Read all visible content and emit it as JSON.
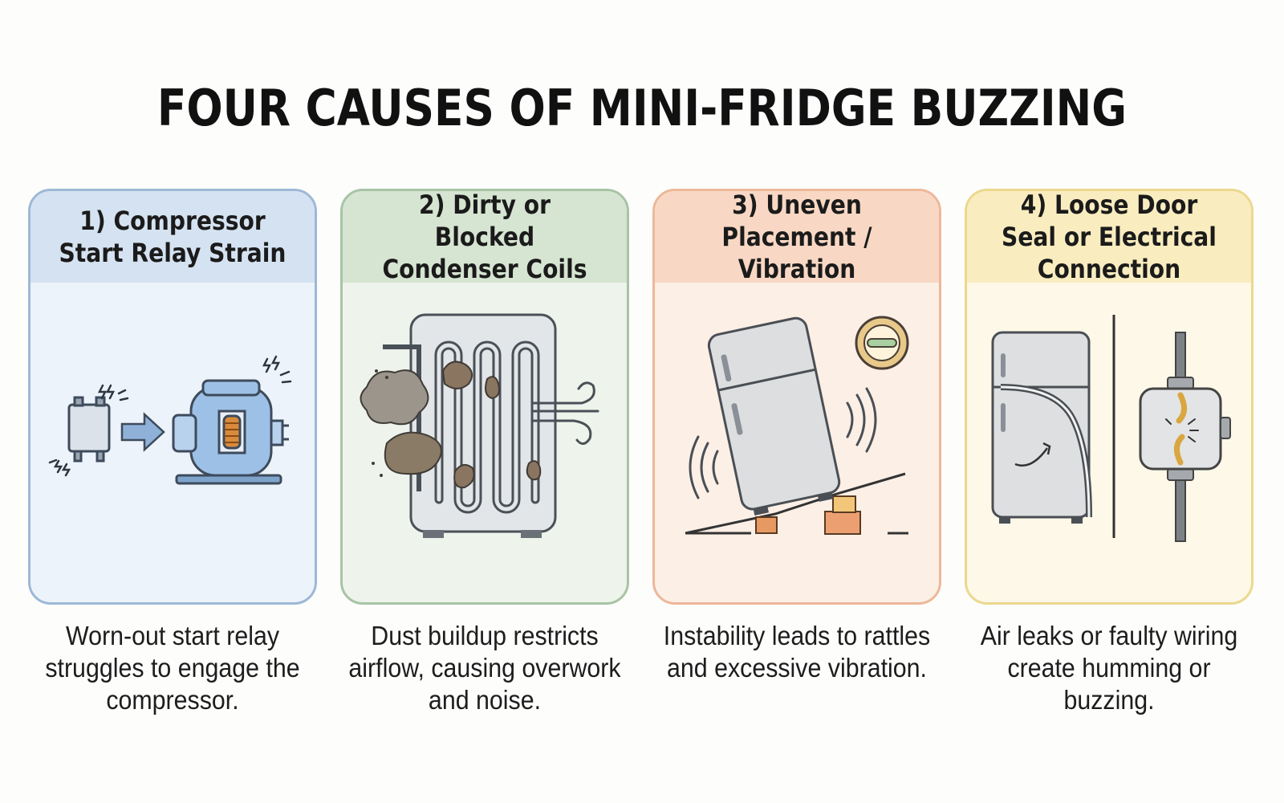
{
  "title": "FOUR CAUSES OF MINI-FRIDGE BUZZING",
  "colors": {
    "blue": "#9db8d6",
    "green": "#a7c4a4",
    "orange": "#edb899",
    "yellow": "#ecd88e"
  },
  "cards": [
    {
      "heading": "1) Compressor Start Relay Strain",
      "icon": "compressor-relay-icon",
      "description": "Worn-out start relay struggles to engage the compressor."
    },
    {
      "heading": "2) Dirty or Blocked Condenser Coils",
      "icon": "condenser-coils-icon",
      "description": "Dust buildup restricts airflow, causing overwork and noise."
    },
    {
      "heading": "3) Uneven Placement / Vibration",
      "icon": "tilted-fridge-icon",
      "description": "Instability leads to rattles and excessive vibration."
    },
    {
      "heading": "4) Loose Door Seal or Electrical Connection",
      "icon": "door-seal-wiring-icon",
      "description": "Air leaks or faulty wiring create humming or buzzing."
    }
  ]
}
